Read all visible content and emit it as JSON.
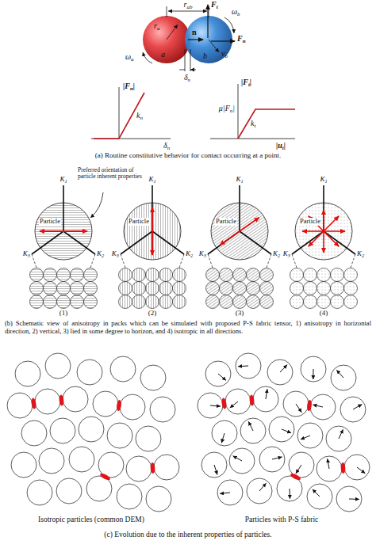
{
  "diagram": {
    "nodes": [
      {
        "text": [
          "Particle"
        ]
      },
      {
        "text": [
          "Particle"
        ]
      },
      {
        "text": [
          "Particle"
        ]
      },
      {
        "text": [
          "Particle"
        ]
      }
    ],
    "labels": [
      "rab",
      "Ft",
      "ωb",
      "ra",
      "n",
      "Fn",
      "vb",
      "a",
      "b",
      "ωa",
      "δn",
      "|Fn|",
      "kn",
      "δn",
      "|Ft|",
      "μ|Fn|",
      "kt",
      "|ut|",
      "(a) Routine constitutive behavior for contact occurring at a point.",
      "Preferred orientation of particle inherent properties",
      "K1",
      "K2",
      "K3",
      "K1",
      "K2",
      "K3",
      "K1",
      "K2",
      "K3",
      "K1",
      "K2",
      "K3",
      "(1)",
      "(2)",
      "(3)",
      "(4)",
      "(b) Schematic view of anisotropy in packs which can be simulated with proposed P-S fabric tensor, 1) anisotropy in horizontal direction, 2) vertical, 3) lied in some degree to horizon, and 4) isotropic in all directions.",
      "Isotropic particles (common DEM)",
      "Particles with P-S fabric",
      "(c) Evolution due to the inherent properties of particles."
    ]
  }
}
